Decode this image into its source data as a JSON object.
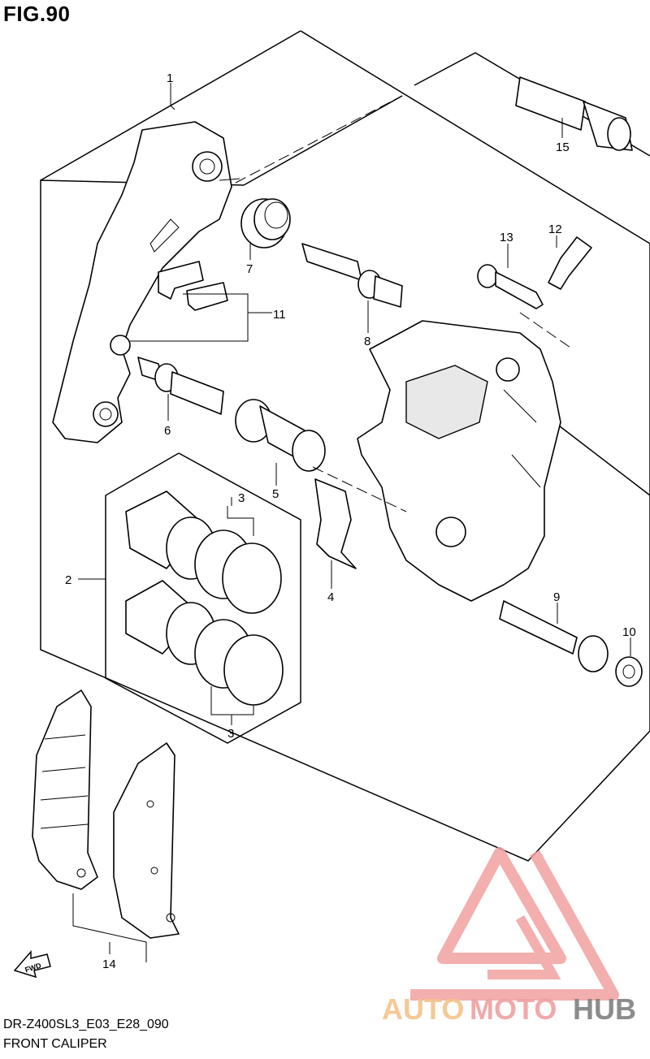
{
  "figure": {
    "title": "FIG.90"
  },
  "footer": {
    "model_code": "DR-Z400SL3_E03_E28_090",
    "section_name": "FRONT CALIPER"
  },
  "callouts": [
    "1",
    "2",
    "3",
    "3",
    "4",
    "5",
    "6",
    "7",
    "8",
    "9",
    "10",
    "11",
    "12",
    "13",
    "14",
    "15"
  ],
  "direction_arrow": {
    "label": "FWD"
  },
  "watermark": {
    "text_part1": "AUTO",
    "text_part2": "MOTO",
    "text_part3": "HUB",
    "colors": {
      "triangle": "#f2a0a0",
      "auto": "#f5c48a",
      "moto": "#f0a0a0",
      "hub": "#808080"
    }
  }
}
